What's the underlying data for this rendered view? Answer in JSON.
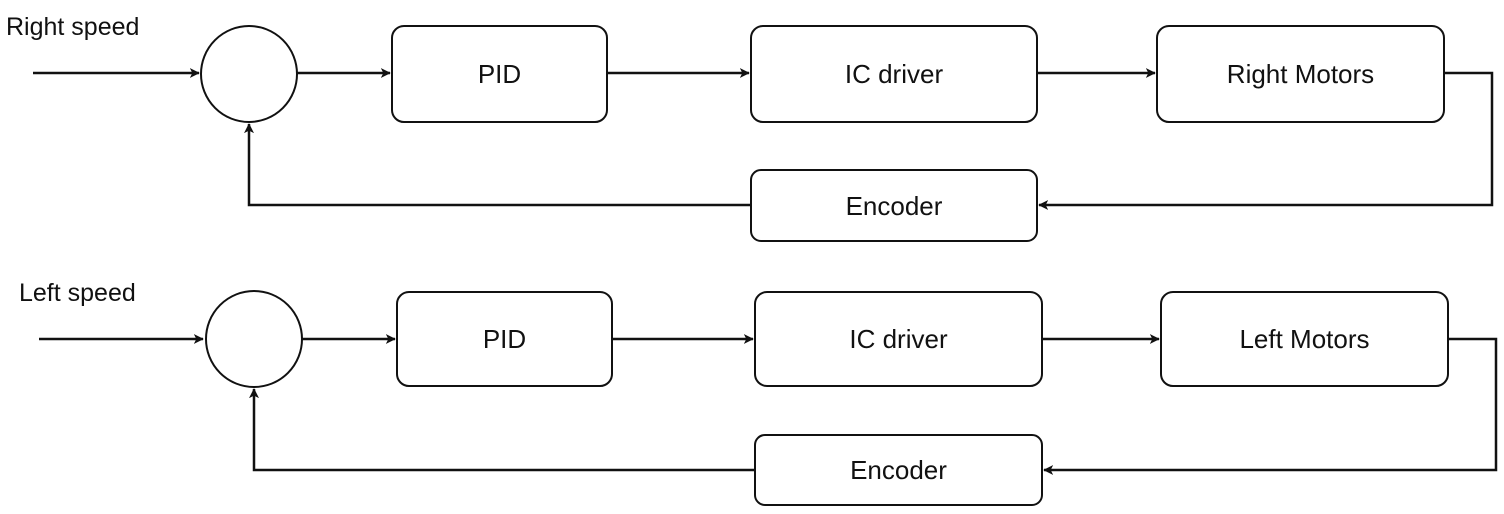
{
  "right_loop": {
    "input_label": "Right speed",
    "pid_label": "PID",
    "driver_label": "IC driver",
    "motors_label": "Right Motors",
    "encoder_label": "Encoder"
  },
  "left_loop": {
    "input_label": "Left speed",
    "pid_label": "PID",
    "driver_label": "IC driver",
    "motors_label": "Left Motors",
    "encoder_label": "Encoder"
  }
}
